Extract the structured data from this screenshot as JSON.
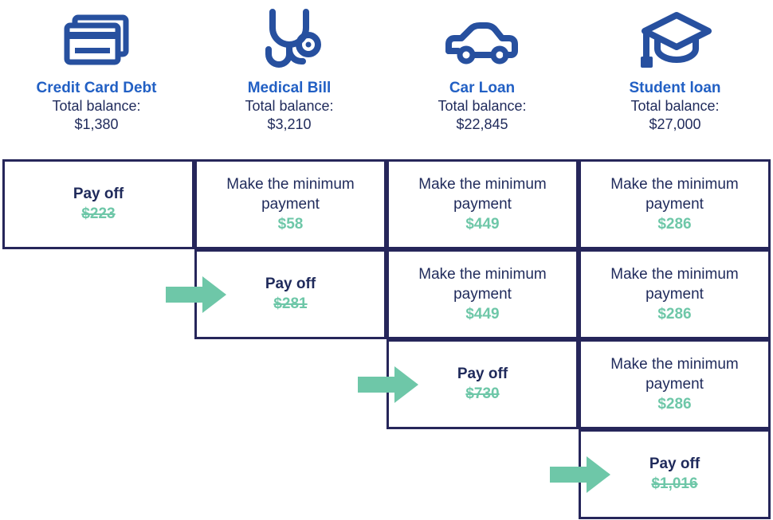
{
  "debts": [
    {
      "icon": "credit-card-icon",
      "title": "Credit Card Debt",
      "balance_label": "Total balance:",
      "balance": "$1,380"
    },
    {
      "icon": "stethoscope-icon",
      "title": "Medical Bill",
      "balance_label": "Total balance:",
      "balance": "$3,210"
    },
    {
      "icon": "car-icon",
      "title": "Car Loan",
      "balance_label": "Total balance:",
      "balance": "$22,845"
    },
    {
      "icon": "graduation-cap-icon",
      "title": "Student loan",
      "balance_label": "Total balance:",
      "balance": "$27,000"
    }
  ],
  "plan_rows": [
    {
      "cells": [
        {
          "column": 0,
          "action": "Pay off",
          "value": "$223",
          "payoff": true,
          "struck": true
        },
        {
          "column": 1,
          "action": "Make the minimum payment",
          "value": "$58",
          "payoff": false,
          "struck": false
        },
        {
          "column": 2,
          "action": "Make the minimum payment",
          "value": "$449",
          "payoff": false,
          "struck": false
        },
        {
          "column": 3,
          "action": "Make the minimum payment",
          "value": "$286",
          "payoff": false,
          "struck": false
        }
      ]
    },
    {
      "cells": [
        {
          "column": 1,
          "action": "Pay off",
          "value": "$281",
          "payoff": true,
          "struck": true
        },
        {
          "column": 2,
          "action": "Make the minimum payment",
          "value": "$449",
          "payoff": false,
          "struck": false
        },
        {
          "column": 3,
          "action": "Make the minimum payment",
          "value": "$286",
          "payoff": false,
          "struck": false
        }
      ]
    },
    {
      "cells": [
        {
          "column": 2,
          "action": "Pay off",
          "value": "$730",
          "payoff": true,
          "struck": true
        },
        {
          "column": 3,
          "action": "Make the minimum payment",
          "value": "$286",
          "payoff": false,
          "struck": false
        }
      ]
    },
    {
      "cells": [
        {
          "column": 3,
          "action": "Pay off",
          "value": "$1,016",
          "payoff": true,
          "struck": true
        }
      ]
    }
  ],
  "arrows": [
    {
      "name": "arrow-to-medical-bill-payoff",
      "row": 1,
      "column": 1
    },
    {
      "name": "arrow-to-car-loan-payoff",
      "row": 2,
      "column": 2
    },
    {
      "name": "arrow-to-student-loan-payoff",
      "row": 3,
      "column": 3
    }
  ],
  "colors": {
    "title_blue": "#2260c4",
    "navy": "#1f2a5b",
    "border_navy": "#26265a",
    "green": "#6ec7a8",
    "icon_blue": "#27509f"
  }
}
